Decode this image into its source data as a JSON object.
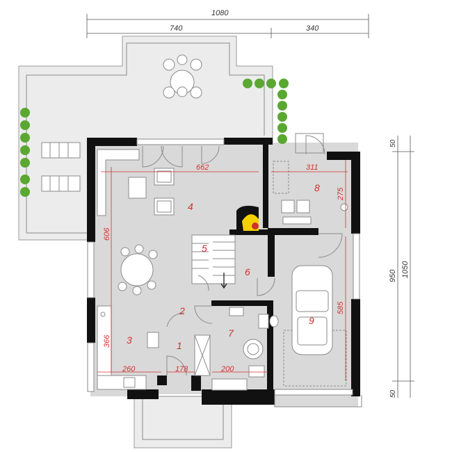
{
  "dimensions_outer": {
    "total_width": "1080",
    "left_width": "740",
    "right_width": "340",
    "total_height": "1050",
    "inner_height": "950",
    "top_offset": "50",
    "bottom_offset": "50"
  },
  "dimensions_inner": {
    "living_width": "662",
    "living_height": "606",
    "room8_width": "311",
    "room8_height": "275",
    "kitchen_height": "366",
    "kitchen_width": "260",
    "hall_width": "178",
    "bath_width": "200",
    "garage_height": "585"
  },
  "rooms": [
    "1",
    "2",
    "3",
    "4",
    "5",
    "6",
    "7",
    "8",
    "9"
  ],
  "colors": {
    "wall": "#111111",
    "floor": "#d9d9d9",
    "terrace": "#e8e8e8",
    "accent": "#d0312d",
    "fire": "#f4d000",
    "plant": "#5aa832"
  }
}
